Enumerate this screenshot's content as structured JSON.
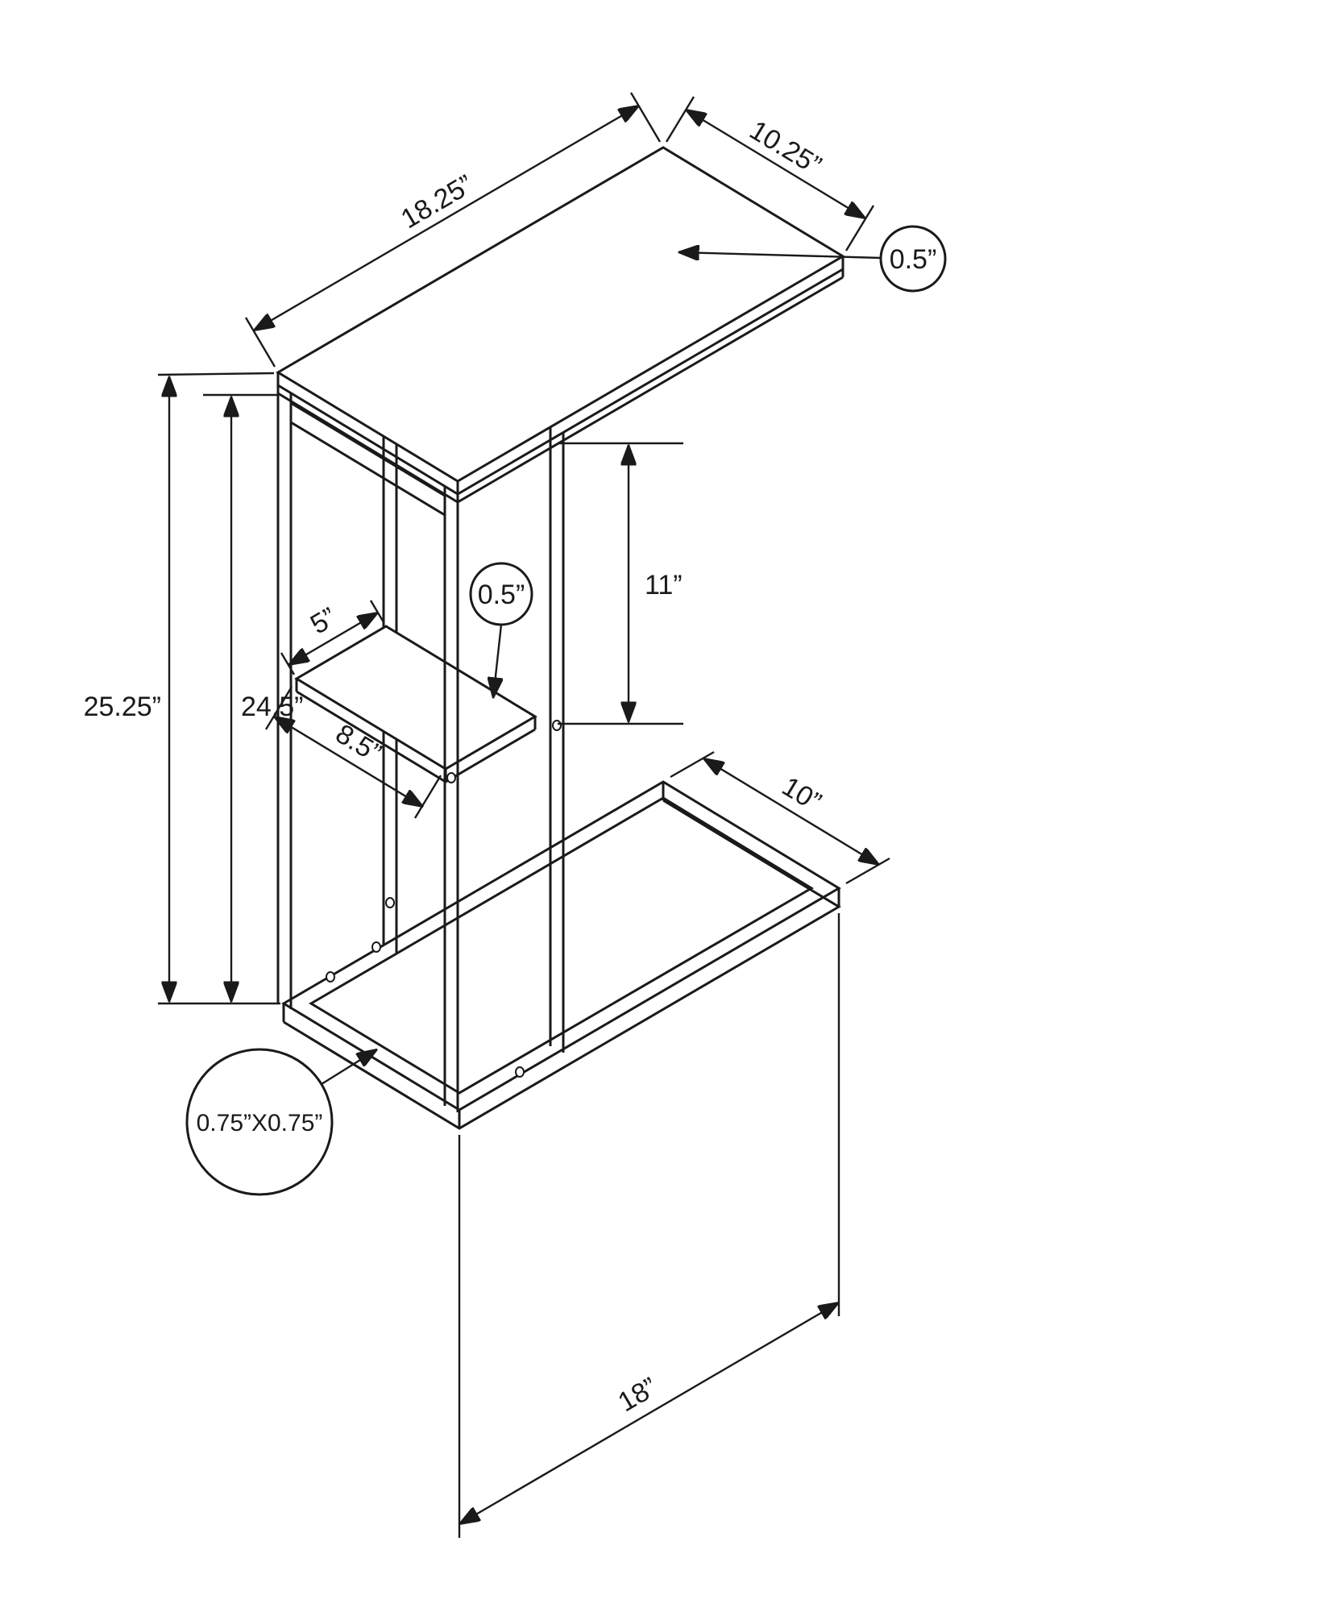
{
  "diagram": {
    "type": "furniture-dimension-drawing",
    "subject": "c-shaped accent side table with shelf",
    "colors": {
      "line": "#1a1a1a",
      "background": "#ffffff"
    },
    "labels": {
      "top_length": "18.25”",
      "top_depth": "10.25”",
      "top_thickness": "0.5”",
      "overall_height": "25.25”",
      "frame_height": "24.5”",
      "top_to_shelf": "11”",
      "shelf_thickness": "0.5”",
      "shelf_width": "5”",
      "shelf_depth": "8.5”",
      "base_depth": "10”",
      "base_length": "18”",
      "tube_size": "0.75”X0.75”"
    }
  }
}
